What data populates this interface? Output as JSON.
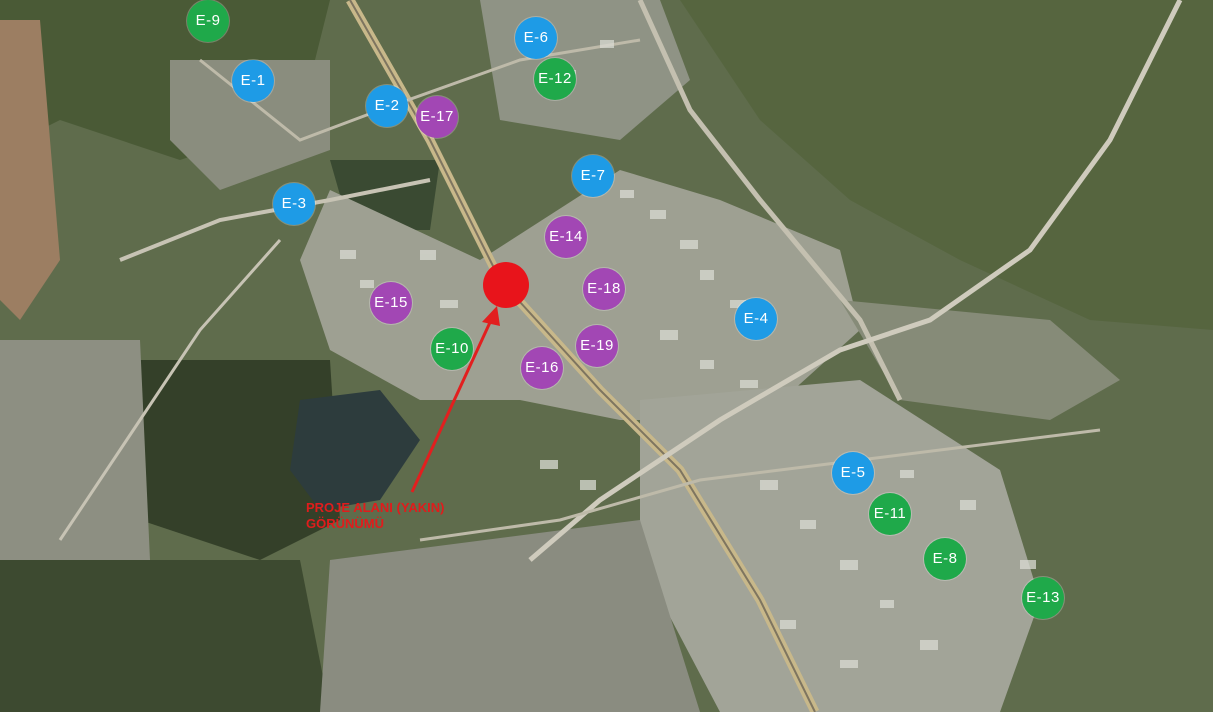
{
  "map": {
    "colors": {
      "blue": "#1e9be6",
      "green": "#1fa94a",
      "purple": "#a247b4",
      "site": "#e8141b",
      "arrow": "#e21f1f"
    },
    "markers": [
      {
        "label": "E-1",
        "group": "blue"
      },
      {
        "label": "E-2",
        "group": "blue"
      },
      {
        "label": "E-3",
        "group": "blue"
      },
      {
        "label": "E-4",
        "group": "blue"
      },
      {
        "label": "E-5",
        "group": "blue"
      },
      {
        "label": "E-6",
        "group": "blue"
      },
      {
        "label": "E-7",
        "group": "blue"
      },
      {
        "label": "E-8",
        "group": "green"
      },
      {
        "label": "E-9",
        "group": "green"
      },
      {
        "label": "E-10",
        "group": "green"
      },
      {
        "label": "E-11",
        "group": "green"
      },
      {
        "label": "E-12",
        "group": "green"
      },
      {
        "label": "E-13",
        "group": "green"
      },
      {
        "label": "E-14",
        "group": "purple"
      },
      {
        "label": "E-15",
        "group": "purple"
      },
      {
        "label": "E-16",
        "group": "purple"
      },
      {
        "label": "E-17",
        "group": "purple"
      },
      {
        "label": "E-18",
        "group": "purple"
      },
      {
        "label": "E-19",
        "group": "purple"
      }
    ],
    "callout": {
      "line1": "PROJE ALANI (YAKIN)",
      "line2": "GÖRÜNÜMÜ"
    }
  }
}
